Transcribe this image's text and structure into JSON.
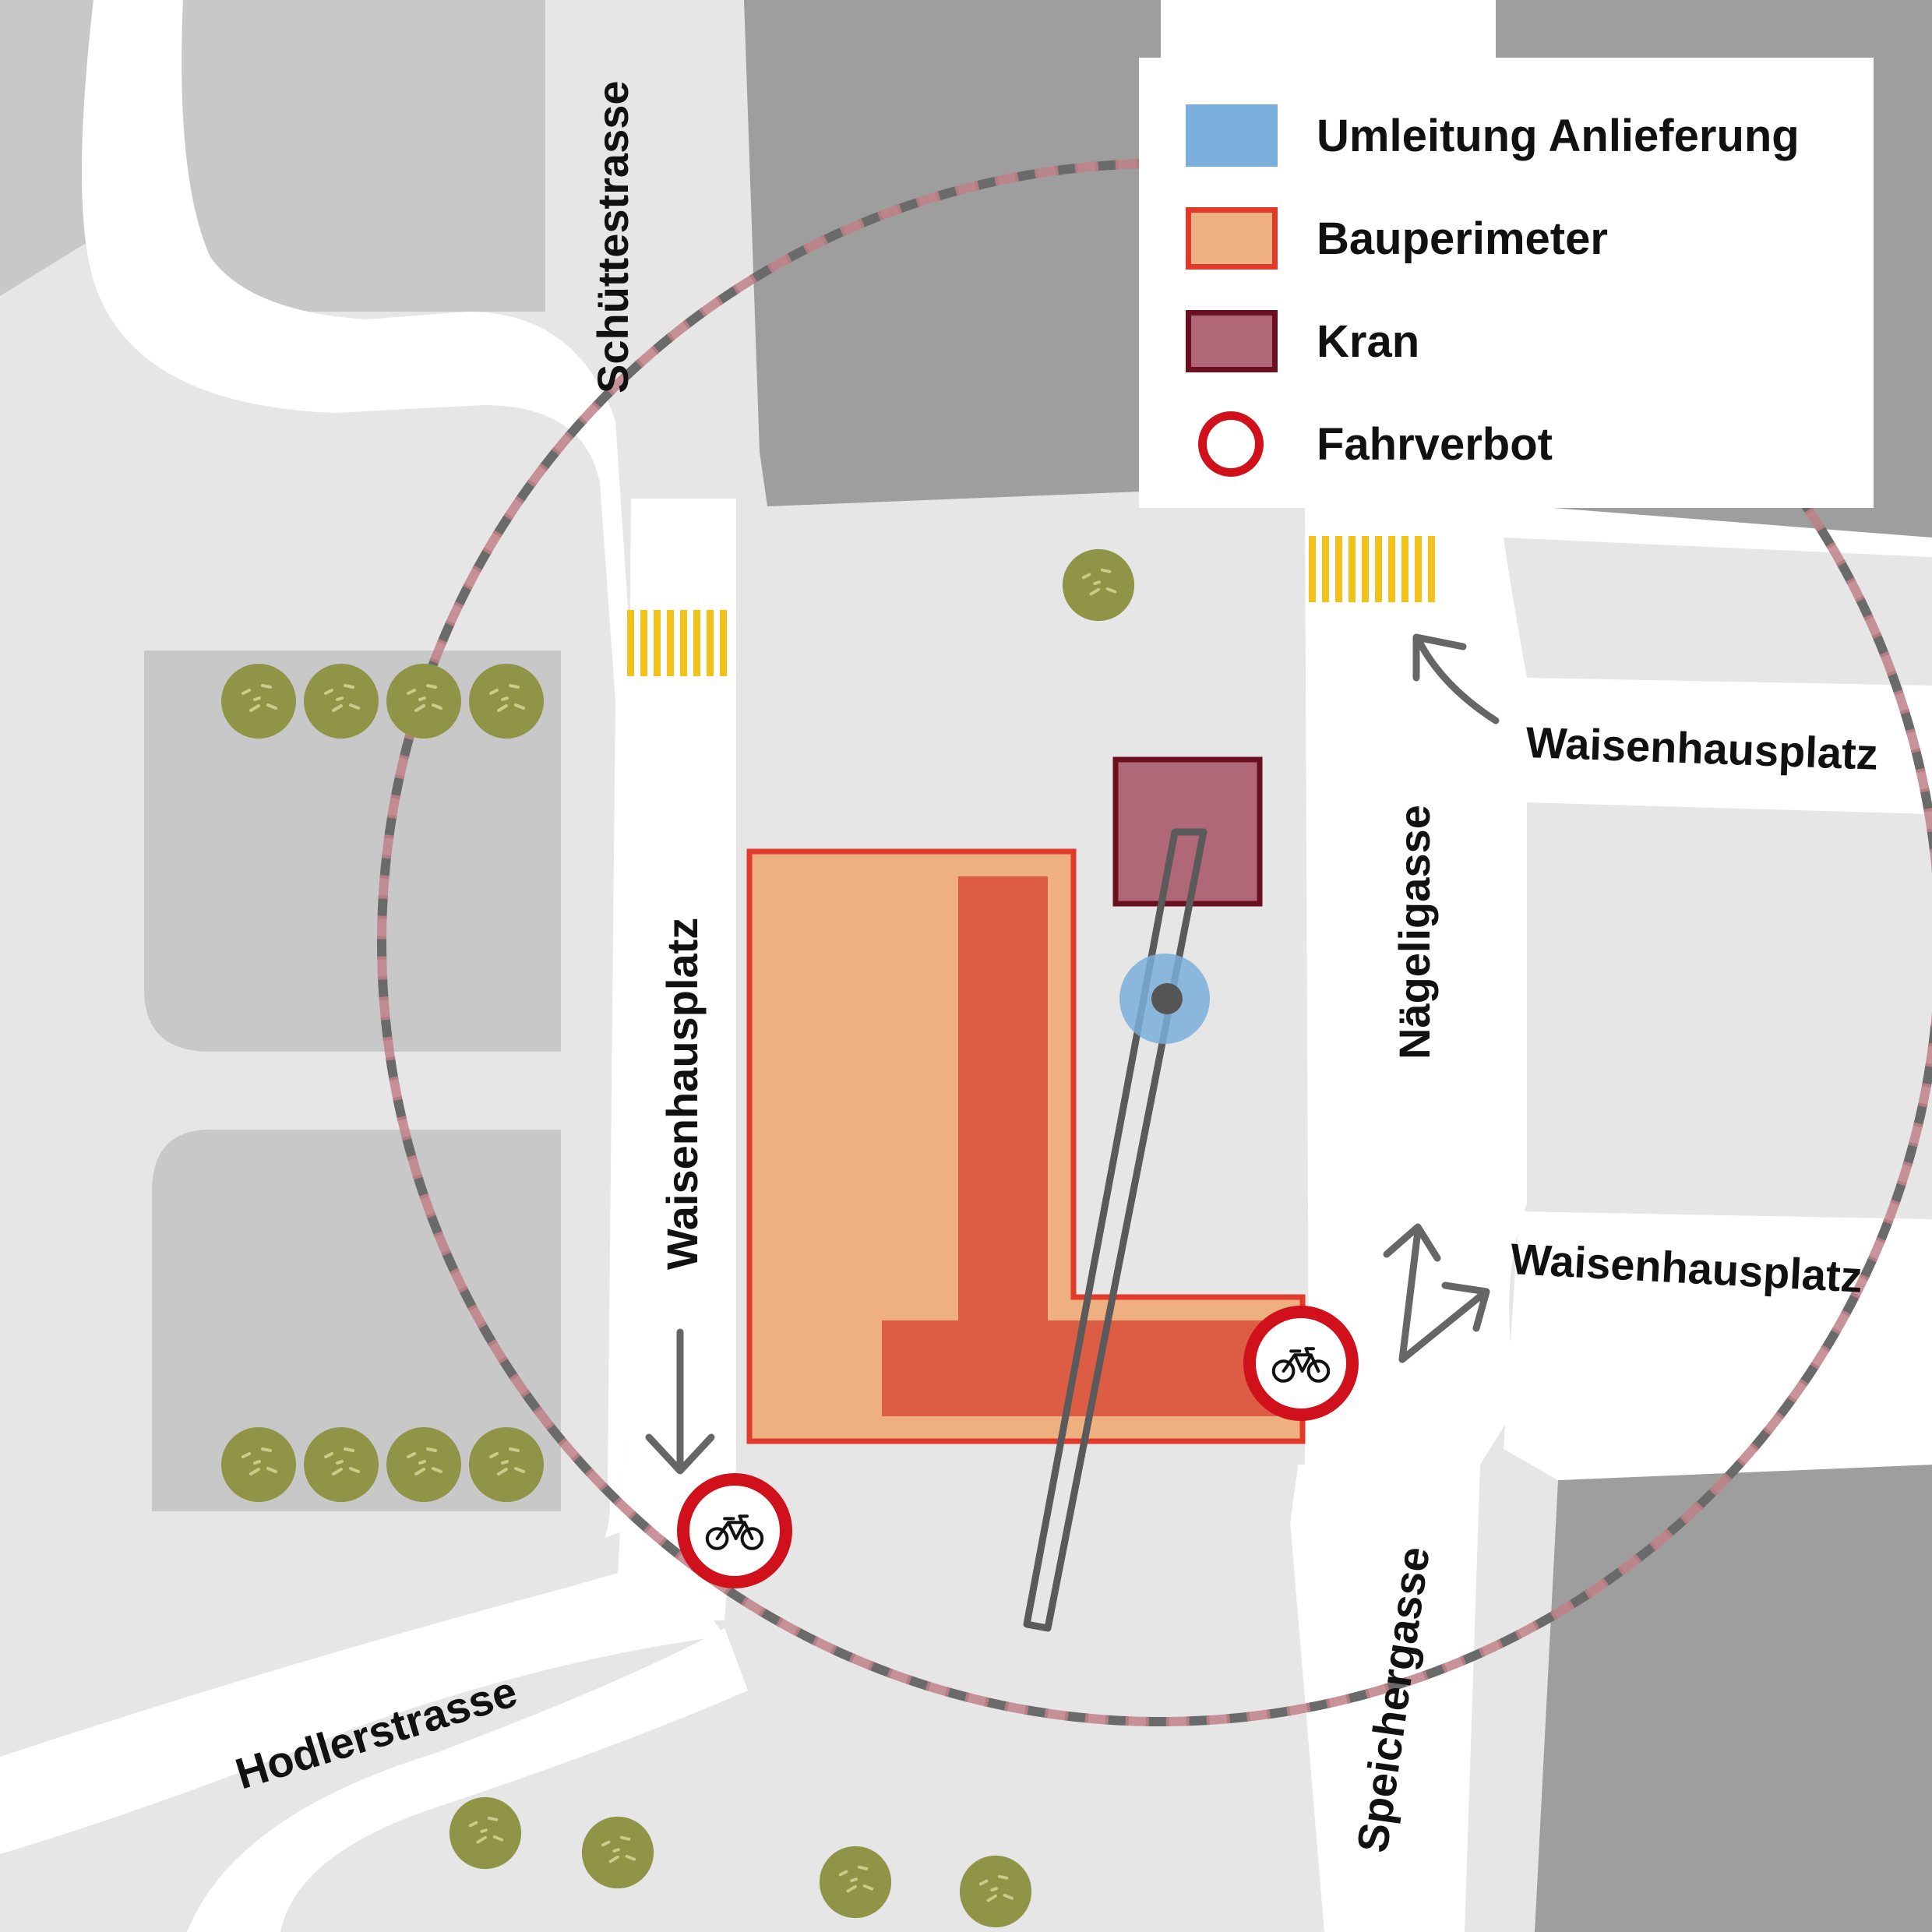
{
  "colors": {
    "background": "#e6e6e6",
    "road": "#ffffff",
    "building_light": "#c8c8c8",
    "building_dark": "#9e9e9e",
    "tree": "#8f9446",
    "crosswalk": "#f2c21b",
    "detour_delivery": "#7aaedb",
    "construction_fill": "#eeb080",
    "construction_border": "#e13a2b",
    "construction_inner": "#dd5c44",
    "crane_fill": "#b06878",
    "crane_border": "#6b1020",
    "no_entry_ring": "#d0101a",
    "arrow": "#666666",
    "radius_dash_red": "#c08088",
    "radius_dash_grey": "#6a6a6a"
  },
  "legend": {
    "items": [
      {
        "label": "Umleitung Anlieferung",
        "symbol": "detour-swatch"
      },
      {
        "label": "Bauperimeter",
        "symbol": "construction-swatch"
      },
      {
        "label": "Kran",
        "symbol": "crane-swatch"
      },
      {
        "label": "Fahrverbot",
        "symbol": "no-entry-ring"
      }
    ]
  },
  "streets": {
    "schuettestrasse": "Schüttestrasse",
    "waisenhausplatz_west": "Waisenhausplatz",
    "naegeligasse": "Nägeligasse",
    "waisenhausplatz_ne": "Waisenhausplatz",
    "waisenhausplatz_e": "Waisenhausplatz",
    "hodlerstrasse": "Hodlerstrasse",
    "speichergasse": "Speichergasse"
  },
  "icons": {
    "no_entry_sign": "bicycle-icon",
    "direction_arrow": "arrow-icon",
    "tree": "tree-icon"
  }
}
